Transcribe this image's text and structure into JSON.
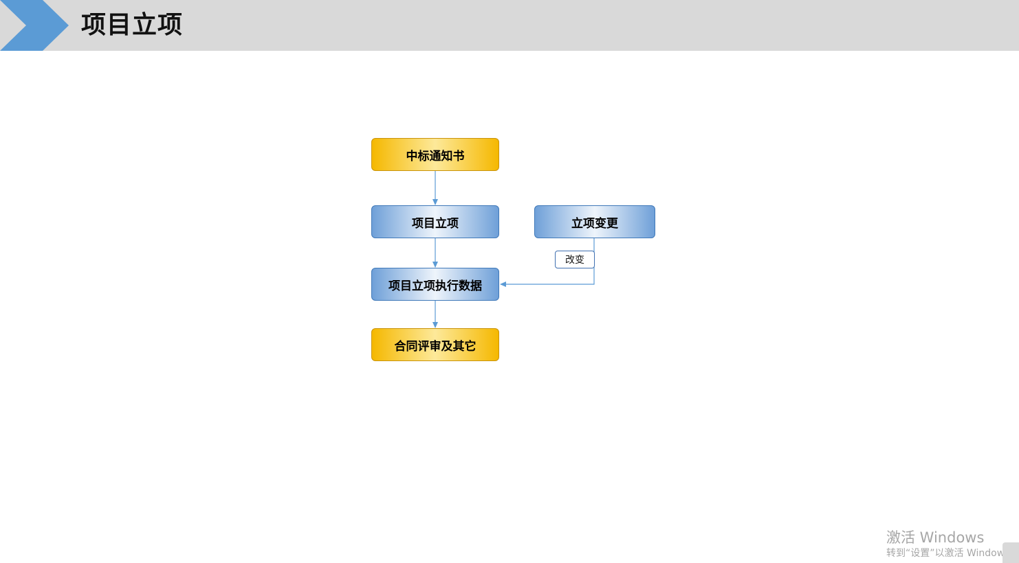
{
  "header": {
    "title": "项目立项",
    "accent_color": "#5b9bd5",
    "bar_color": "#d9d9d9"
  },
  "diagram": {
    "nodes": {
      "bid_notice": "中标通知书",
      "project_setup": "项目立项",
      "setup_change": "立项变更",
      "execution_data": "项目立项执行数据",
      "contract_review": "合同评审及其它"
    },
    "edge_labels": {
      "change": "改变"
    },
    "colors": {
      "gold": "#f5b800",
      "blue": "#6fa0d8",
      "line": "#5b9bd5"
    }
  },
  "watermark": {
    "title": "激活 Windows",
    "subtitle": "转到“设置”以激活 Windows。"
  }
}
